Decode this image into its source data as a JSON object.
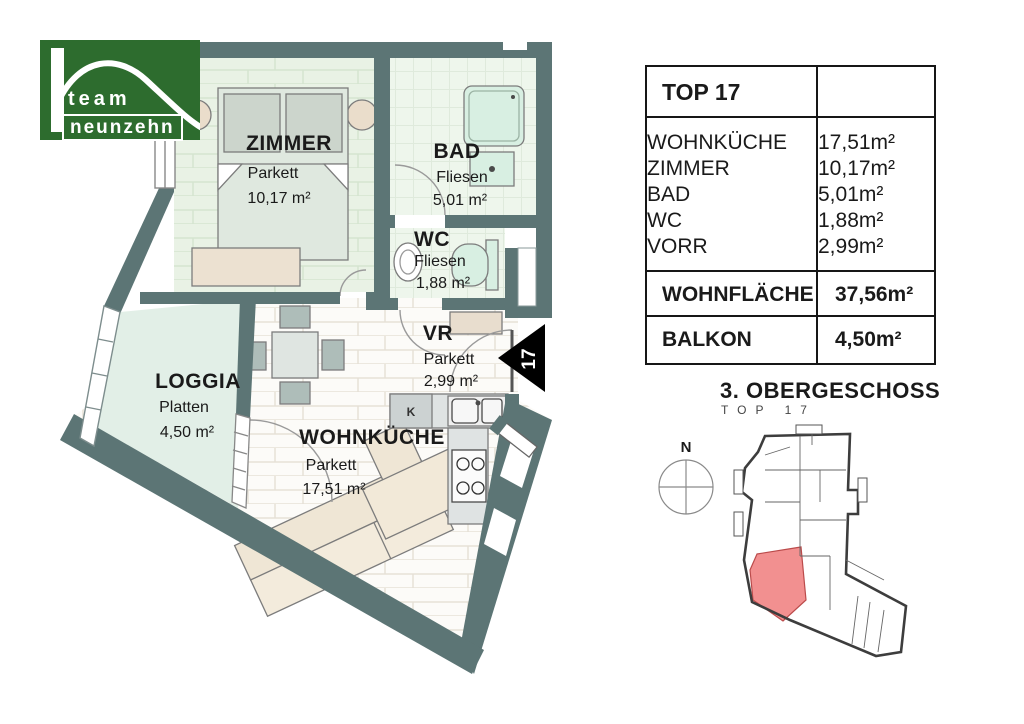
{
  "logo": {
    "line1": "team",
    "line2": "neunzehn"
  },
  "plan": {
    "rooms": {
      "zimmer": {
        "name": "ZIMMER",
        "floor": "Parkett",
        "area": "10,17 m²"
      },
      "bad": {
        "name": "BAD",
        "floor": "Fliesen",
        "area": "5,01 m²"
      },
      "wc": {
        "name": "WC",
        "floor": "Fliesen",
        "area": "1,88 m²"
      },
      "vr": {
        "name": "VR",
        "floor": "Parkett",
        "area": "2,99 m²"
      },
      "loggia": {
        "name": "LOGGIA",
        "floor": "Platten",
        "area": "4,50 m²"
      },
      "wohnkueche": {
        "name": "WOHNKÜCHE",
        "floor": "Parkett",
        "area": "17,51 m²"
      }
    },
    "unit_marker": "17",
    "kitchen_label": "K"
  },
  "summary_table": {
    "header": "TOP 17",
    "rows": [
      {
        "label": "WOHNKÜCHE",
        "value": "17,51m²"
      },
      {
        "label": "ZIMMER",
        "value": "10,17m²"
      },
      {
        "label": "BAD",
        "value": "5,01m²"
      },
      {
        "label": "WC",
        "value": "1,88m²"
      },
      {
        "label": "VORR",
        "value": "2,99m²"
      }
    ],
    "total": {
      "label": "WOHNFLÄCHE",
      "value": "37,56m²"
    },
    "balcony": {
      "label": "BALKON",
      "value": "4,50m²"
    }
  },
  "overview": {
    "title": "3. OBERGESCHOSS",
    "subtitle": "TOP 17",
    "compass": "N"
  },
  "colors": {
    "wall": "#5c7575",
    "logo_green": "#2d6c2e",
    "highlight_red": "#f29090"
  }
}
